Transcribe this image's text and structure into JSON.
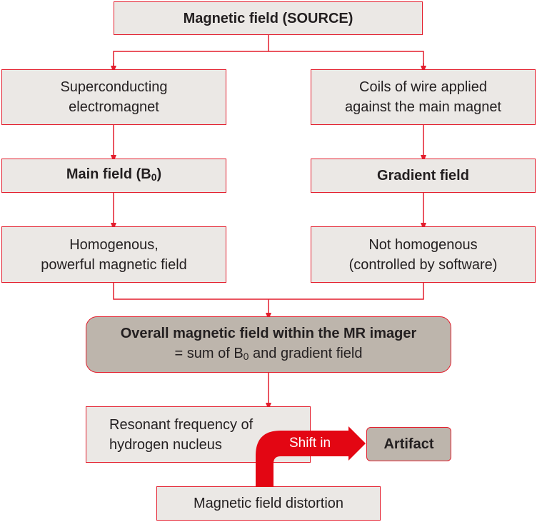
{
  "source": {
    "label": "Magnetic field (SOURCE)"
  },
  "left": {
    "top": "Superconducting electromagnet",
    "top_lines": [
      "Superconducting",
      "electromagnet"
    ],
    "mid_pre": "Main field (B",
    "mid_sub": "0",
    "mid_post": ")",
    "bottom_lines": [
      "Homogenous,",
      "powerful magnetic field"
    ]
  },
  "right": {
    "top_lines": [
      "Coils of wire applied",
      "against the main magnet"
    ],
    "mid": "Gradient field",
    "bottom_lines": [
      "Not homogenous",
      "(controlled by software)"
    ]
  },
  "overall": {
    "title": "Overall magnetic field within the MR imager",
    "sub_pre": "= sum of B",
    "sub_sub": "0",
    "sub_post": " and gradient field"
  },
  "resonant": {
    "lines": [
      "Resonant frequency of",
      "hydrogen nucleus"
    ]
  },
  "shift": {
    "label": "Shift in"
  },
  "artifact": {
    "label": "Artifact"
  },
  "distortion": {
    "label": "Magnetic field distortion"
  },
  "colors": {
    "border": "#e31e2d",
    "box_fill": "#ebe8e5",
    "dark_fill": "#bdb5ac",
    "arrow": "#e30613"
  }
}
